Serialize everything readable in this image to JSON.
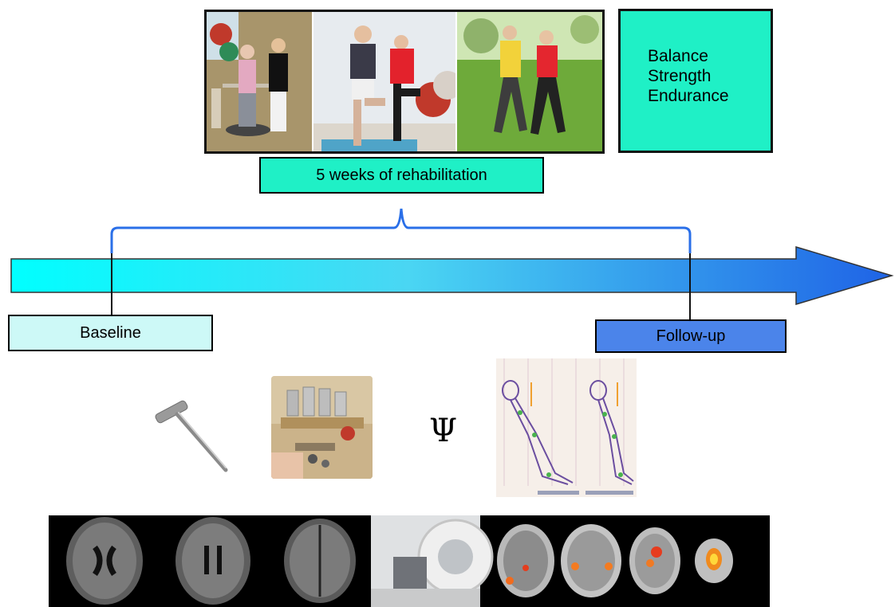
{
  "rehab_photos": [
    {
      "name": "trampoline-balance-photo"
    },
    {
      "name": "single-leg-stance-photo"
    },
    {
      "name": "outdoor-walking-photo"
    }
  ],
  "skills": [
    "Balance",
    "Strength",
    "Endurance"
  ],
  "rehabilitation_label": "5 weeks of rehabilitation",
  "timeline": {
    "baseline_label": "Baseline",
    "followup_label": "Follow-up"
  },
  "assessments": {
    "psi_symbol": "Ψ",
    "icons": [
      "reflex-hammer-icon",
      "pegboard-dexterity-photo",
      "psychology-symbol",
      "gait-analysis-image"
    ]
  },
  "imaging": {
    "panels": [
      "mri-axial-slice-1",
      "mri-axial-slice-2",
      "mri-axial-slice-3",
      "mri-scanner-photo",
      "fmri-activation-1",
      "fmri-activation-2",
      "fmri-activation-3",
      "fmri-activation-4"
    ]
  },
  "colors": {
    "teal": "#1ff0c6",
    "baseline_fill": "#cdf9f7",
    "followup_fill": "#4b84ea",
    "arrow_start": "#00ffff",
    "arrow_end": "#1f63e6",
    "bracket": "#2a6fe8"
  }
}
